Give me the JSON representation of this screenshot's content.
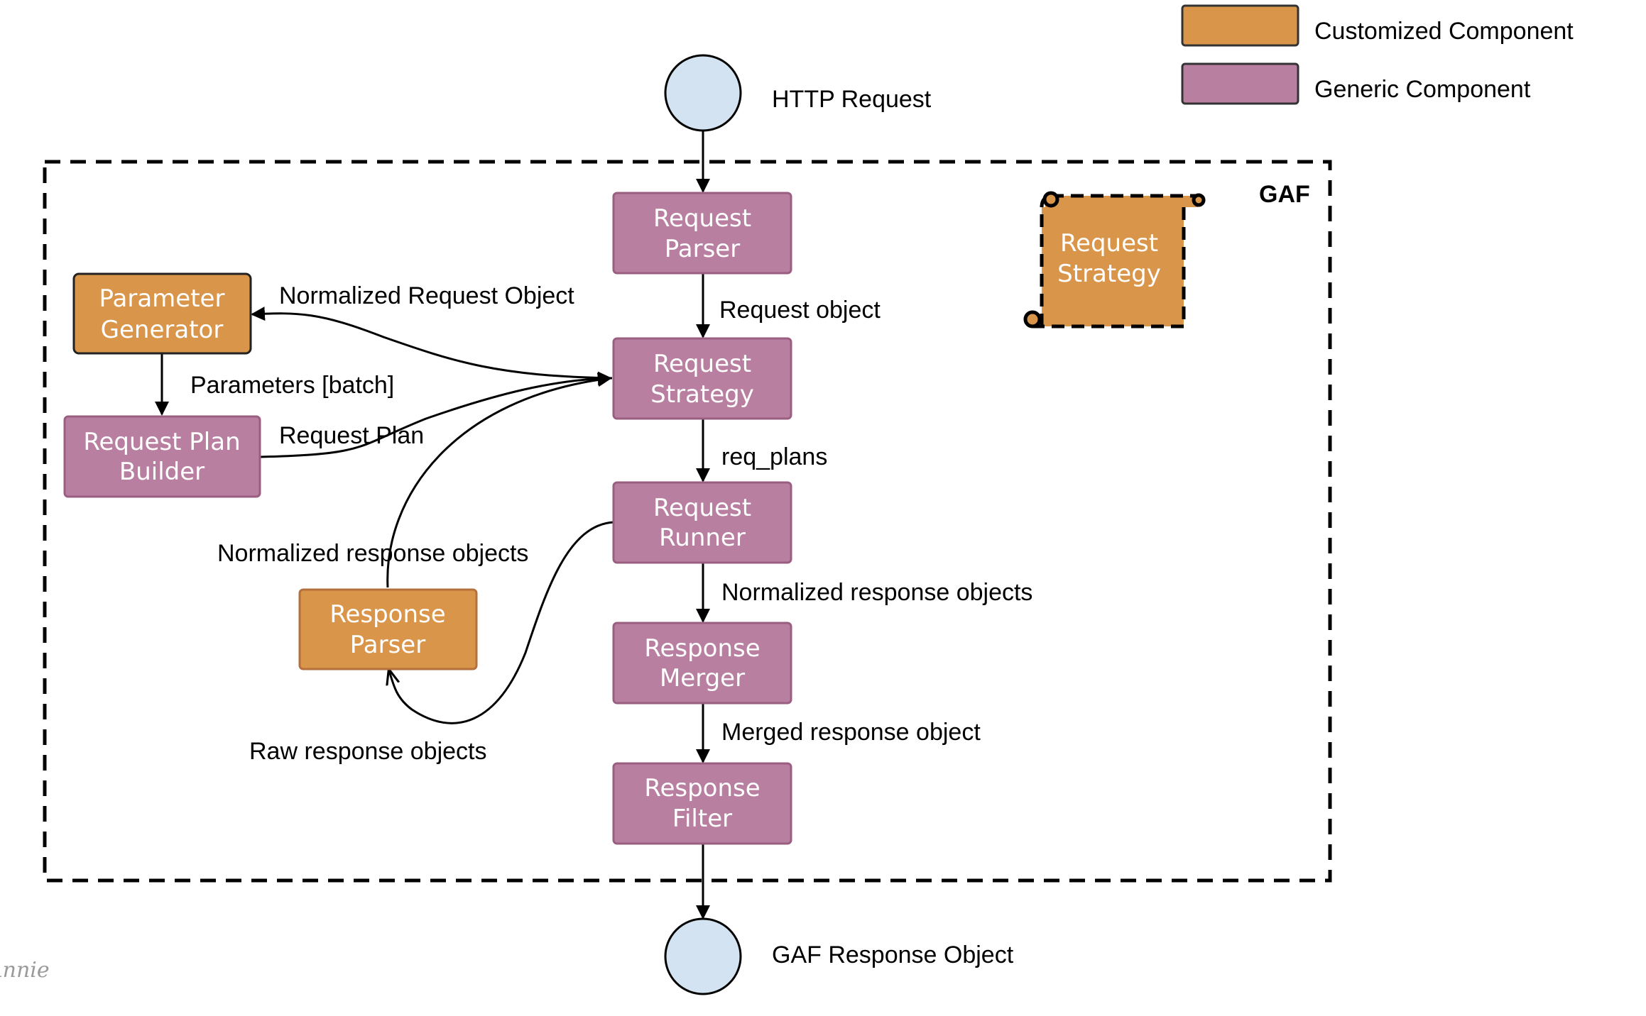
{
  "colors": {
    "customized": "#d9954a",
    "customized_border": "#9c6524",
    "generic": "#b87fa0",
    "generic_border": "#9a5f80",
    "endpoint": "#d4e3f1",
    "line": "#000000"
  },
  "legend": {
    "customized": "Customized Component",
    "generic": "Generic Component"
  },
  "container": {
    "label": "GAF"
  },
  "endpoints": {
    "start": "HTTP Request",
    "end": "GAF Response Object"
  },
  "nodes": {
    "request_parser": [
      "Request",
      "Parser"
    ],
    "request_strategy": [
      "Request",
      "Strategy"
    ],
    "request_runner": [
      "Request",
      "Runner"
    ],
    "response_merger": [
      "Response",
      "Merger"
    ],
    "response_filter": [
      "Response",
      "Filter"
    ],
    "parameter_generator": [
      "Parameter",
      "Generator"
    ],
    "request_plan_builder": [
      "Request Plan",
      "Builder"
    ],
    "response_parser": [
      "Response",
      "Parser"
    ],
    "strategy_scroll": [
      "Request",
      "Strategy"
    ]
  },
  "edges": {
    "parser_to_strategy": "Request object",
    "strategy_to_runner": "req_plans",
    "runner_to_merger": "Normalized response objects",
    "merger_to_filter": "Merged response object",
    "strategy_to_paramgen": "Normalized Request Object",
    "paramgen_to_planbuilder": "Parameters [batch]",
    "planbuilder_to_strategy": "Request Plan",
    "responseparser_to_strategy": "Normalized response objects",
    "runner_to_responseparser": "Raw response objects"
  },
  "signature": "Annie"
}
